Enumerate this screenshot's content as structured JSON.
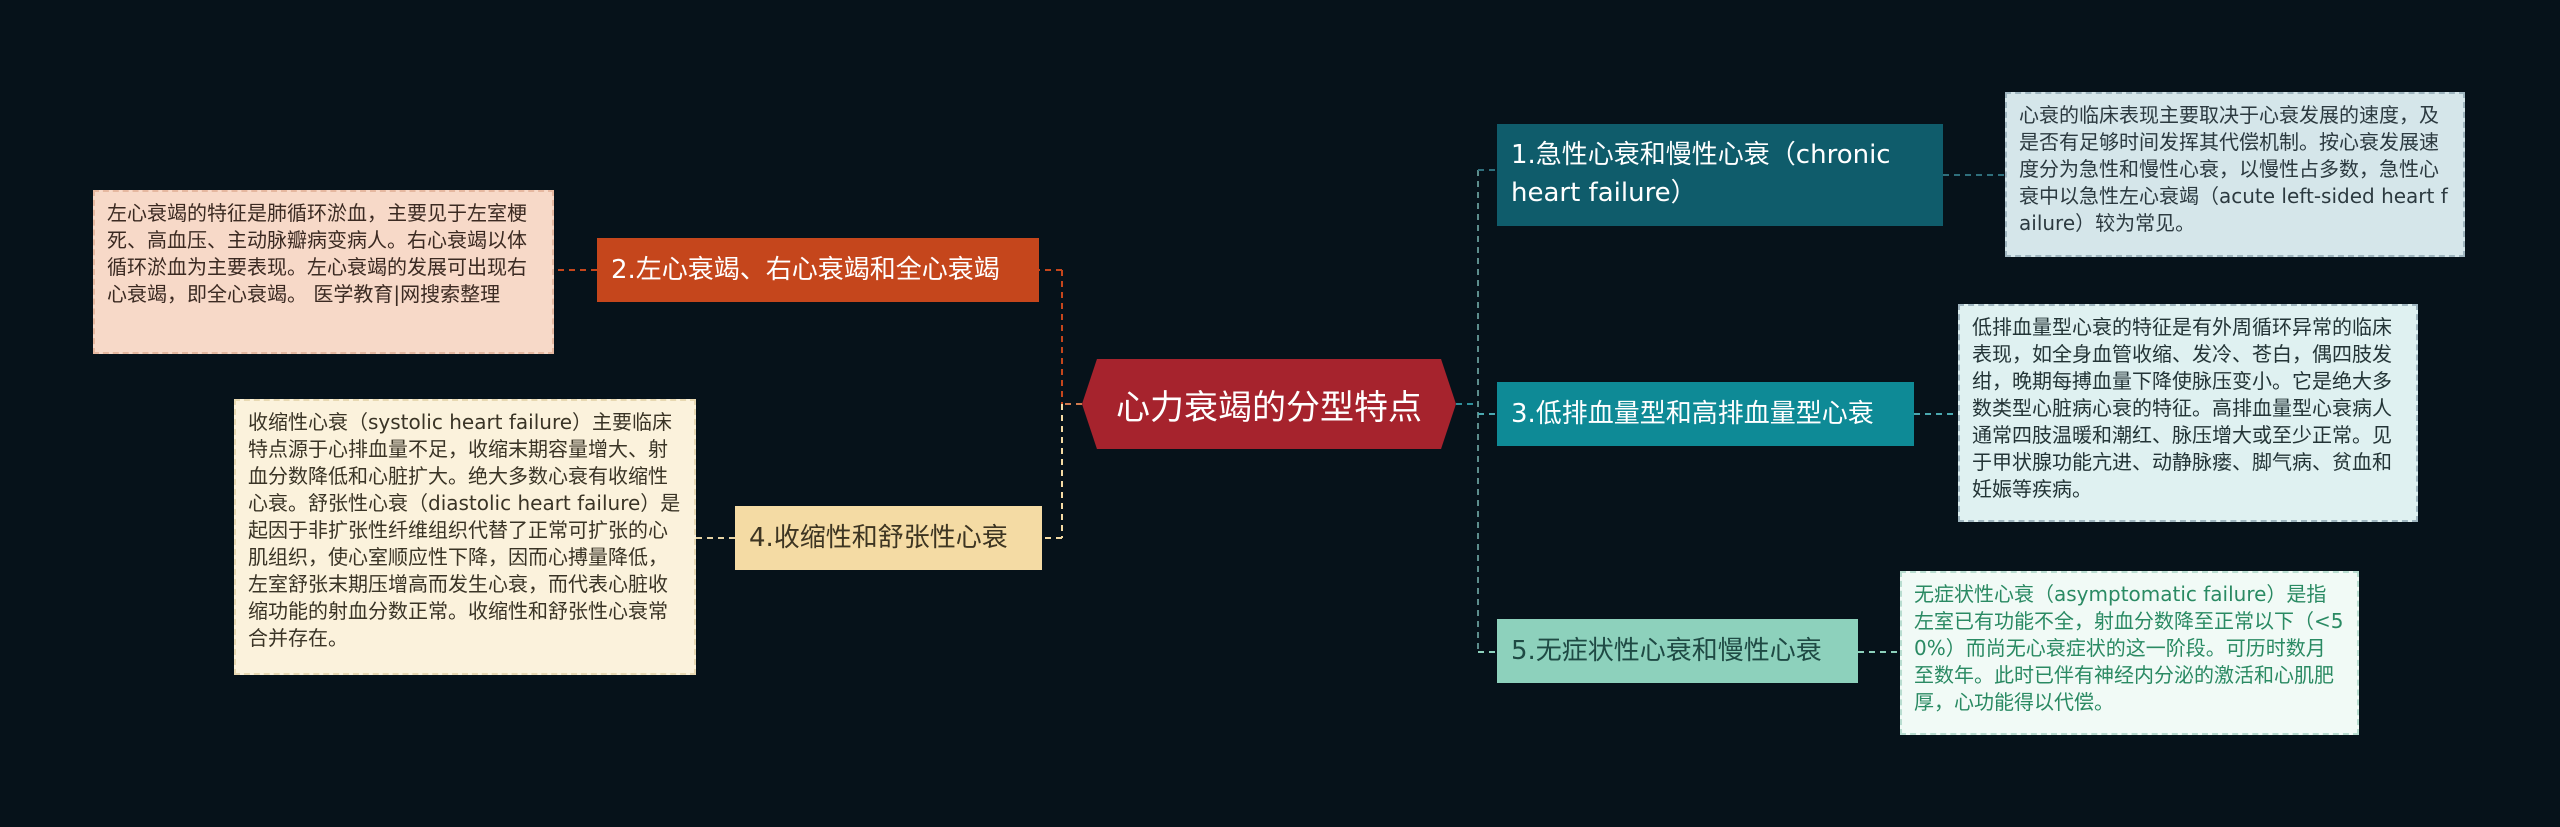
{
  "center": {
    "title": "心力衰竭的分型特点"
  },
  "branches": [
    {
      "label": "1.急性心衰和慢性心衰（chronic heart failure）"
    },
    {
      "label": "2.左心衰竭、右心衰竭和全心衰竭"
    },
    {
      "label": "3.低排血量型和高排血量型心衰"
    },
    {
      "label": "4.收缩性和舒张性心衰"
    },
    {
      "label": "5.无症状性心衰和慢性心衰"
    }
  ],
  "leaves": [
    {
      "text": "心衰的临床表现主要取决于心衰发展的速度，及是否有足够时间发挥其代偿机制。按心衰发展速度分为急性和慢性心衰，以慢性占多数，急性心衰中以急性左心衰竭（acute left-sided heart failure）较为常见。"
    },
    {
      "text": "左心衰竭的特征是肺循环淤血，主要见于左室梗死、高血压、主动脉瓣病变病人。右心衰竭以体循环淤血为主要表现。左心衰竭的发展可出现右心衰竭，即全心衰竭。 医学教育|网搜索整理"
    },
    {
      "text": "低排血量型心衰的特征是有外周循环异常的临床表现，如全身血管收缩、发冷、苍白，偶四肢发绀，晚期每搏血量下降使脉压变小。它是绝大多数类型心脏病心衰的特征。高排血量型心衰病人通常四肢温暖和潮红、脉压增大或至少正常。见于甲状腺功能亢进、动静脉瘘、脚气病、贫血和妊娠等疾病。"
    },
    {
      "text": "收缩性心衰（systolic heart failure）主要临床特点源于心排血量不足，收缩末期容量增大、射血分数降低和心脏扩大。绝大多数心衰有收缩性心衰。舒张性心衰（diastolic heart failure）是起因于非扩张性纤维组织代替了正常可扩张的心肌组织，使心室顺应性下降，因而心搏量降低，左室舒张末期压增高而发生心衰，而代表心脏收缩功能的射血分数正常。收缩性和舒张性心衰常合并存在。"
    },
    {
      "text": "无症状性心衰（asymptomatic failure）是指左室已有功能不全，射血分数降至正常以下（<50%）而尚无心衰症状的这一阶段。可历时数月至数年。此时已伴有神经内分泌的激活和心肌肥厚，心功能得以代偿。"
    }
  ],
  "colors": {
    "background": "#06121a",
    "center": "#a6232d",
    "branch1": "#0f5c6b",
    "branch2": "#c5461c",
    "branch3": "#0e8a96",
    "branch4": "#f4dba4",
    "branch5": "#8dd1bc"
  }
}
